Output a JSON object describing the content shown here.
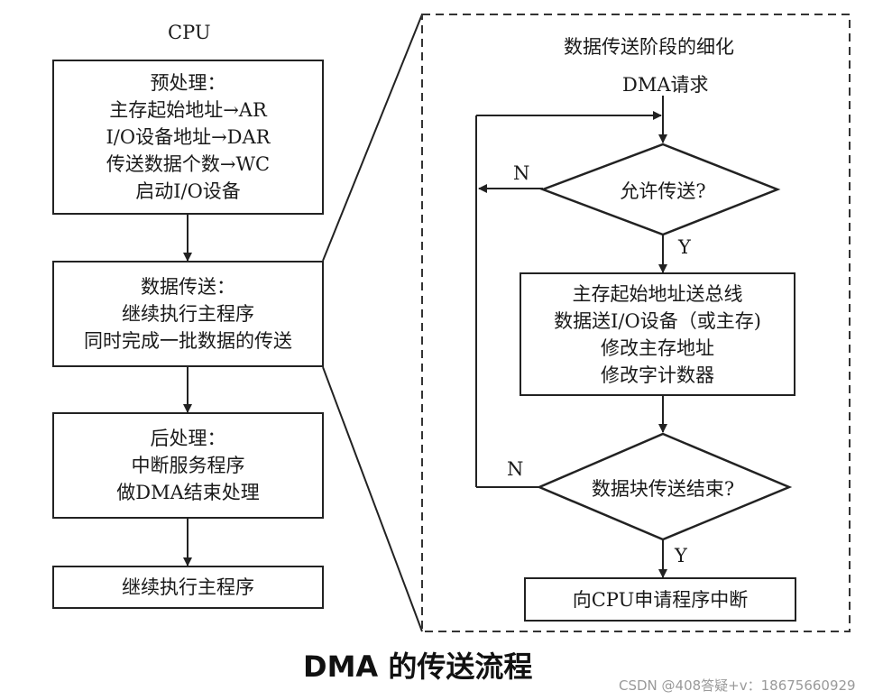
{
  "left": {
    "header": "CPU",
    "preprocess": {
      "lines": [
        "预处理：",
        "主存起始地址→AR",
        "I/O设备地址→DAR",
        "传送数据个数→WC",
        "启动I/O设备"
      ]
    },
    "transfer": {
      "lines": [
        "数据传送：",
        "继续执行主程序",
        "同时完成一批数据的传送"
      ]
    },
    "postprocess": {
      "lines": [
        "后处理：",
        "中断服务程序",
        "做DMA结束处理"
      ]
    },
    "continue": {
      "lines": [
        "继续执行主程序"
      ]
    }
  },
  "right": {
    "title": "数据传送阶段的细化",
    "request": "DMA请求",
    "allow_decision": "允许传送?",
    "allow_no": "N",
    "allow_yes": "Y",
    "action": {
      "lines": [
        "主存起始地址送总线",
        "数据送I/O设备（或主存)",
        "修改主存地址",
        "修改字计数器"
      ]
    },
    "end_decision": "数据块传送结束?",
    "end_no": "N",
    "end_yes": "Y",
    "interrupt": "向CPU申请程序中断"
  },
  "caption": "DMA 的传送流程",
  "watermark": "CSDN @408答疑+v：18675660929"
}
